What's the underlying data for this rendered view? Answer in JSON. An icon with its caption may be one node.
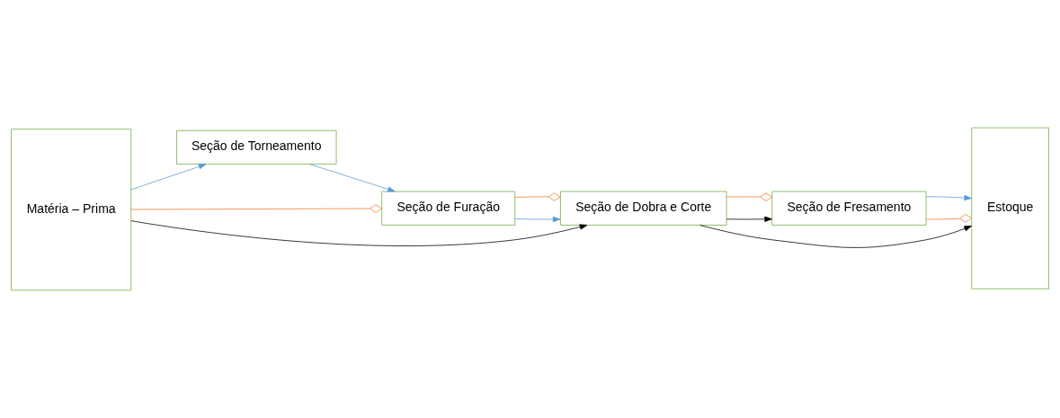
{
  "diagram": {
    "nodes": [
      {
        "text": [
          "Matéria – Prima"
        ]
      },
      {
        "text": [
          "Seção de Torneamento"
        ]
      },
      {
        "text": [
          "Seção de Fresamento"
        ]
      },
      {
        "text": [
          "Estoque"
        ]
      },
      {
        "text": [
          "Seção de Furação"
        ]
      },
      {
        "text": [
          "Seção de Dobra e Corte"
        ]
      }
    ],
    "edges": [
      {
        "from": 0,
        "to": 1,
        "arrow": "to",
        "color": "#5b9bd5"
      },
      {
        "from": 1,
        "to": 4,
        "arrow": "to",
        "color": "#5b9bd5"
      },
      {
        "from": 0,
        "to": 4,
        "arrow": "other",
        "color": "#ed7d31"
      },
      {
        "from": 4,
        "to": 5,
        "arrow": "to",
        "color": "#5b9bd5"
      },
      {
        "from": 4,
        "to": 5,
        "arrow": "other",
        "color": "#ed7d31"
      },
      {
        "from": 0,
        "to": 5,
        "arrow": "to",
        "color": "#000000"
      },
      {
        "from": 5,
        "to": 2,
        "arrow": "to",
        "color": "#000000"
      },
      {
        "from": 5,
        "to": 2,
        "arrow": "other",
        "color": "#ed7d31"
      },
      {
        "from": 2,
        "to": 3,
        "arrow": "other",
        "color": "#ed7d31"
      },
      {
        "from": 2,
        "to": 3,
        "arrow": "to",
        "color": "#5b9bd5"
      },
      {
        "from": 5,
        "to": 3,
        "arrow": "to",
        "color": "#000000"
      }
    ]
  }
}
